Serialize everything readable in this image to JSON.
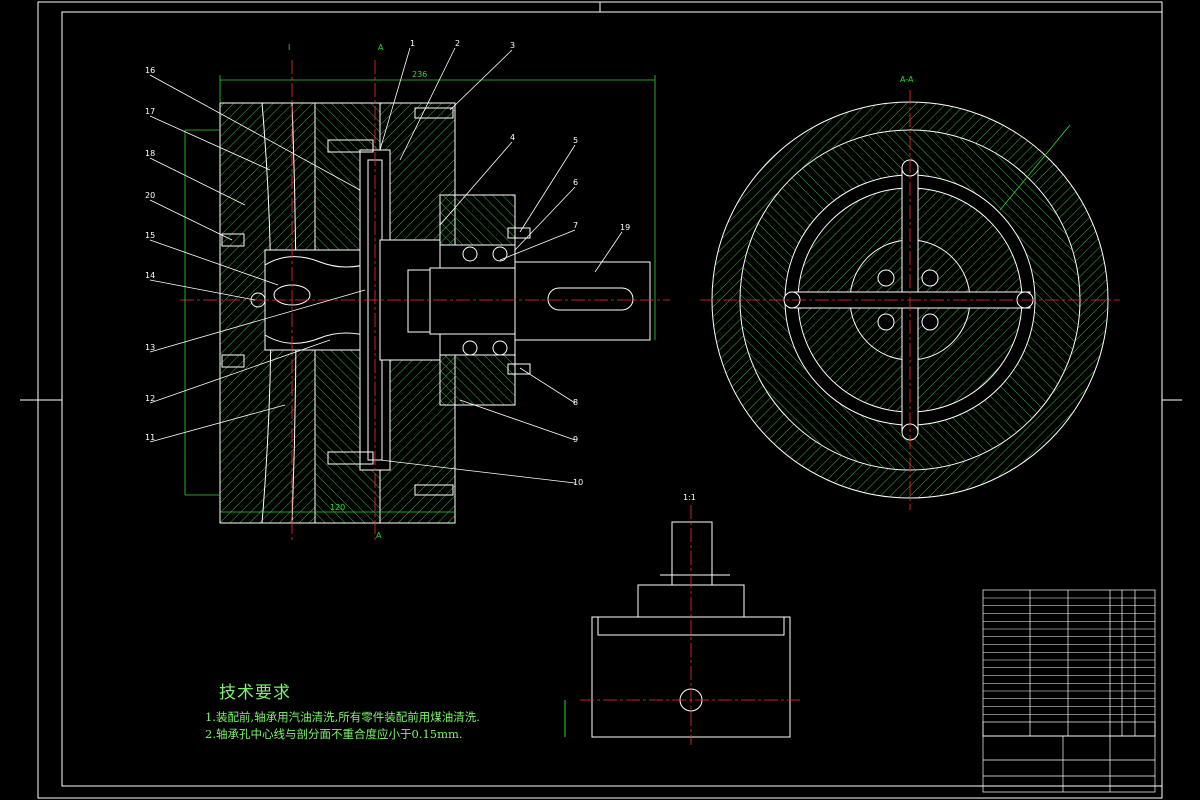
{
  "drawing": {
    "tech_requirements": {
      "title": "技术要求",
      "lines": [
        "1.装配前,轴承用汽油清洗,所有零件装配前用煤油清洗.",
        "2.轴承孔中心线与剖分面不重合度应小于0.15mm."
      ]
    },
    "part_numbers_top": [
      "1",
      "2",
      "3",
      "4",
      "5",
      "6",
      "7",
      "19"
    ],
    "part_numbers_left": [
      "16",
      "17",
      "18",
      "20",
      "15",
      "14",
      "13",
      "12",
      "11"
    ],
    "part_numbers_right_lower": [
      "8",
      "9",
      "10"
    ],
    "dimensions": {
      "overall_width": "236",
      "base_width": "120"
    },
    "section_marks": {
      "top": "A",
      "bottom": "A",
      "view": "A-A",
      "detail": "I",
      "detail_scale": "1:1"
    }
  },
  "colors": {
    "background": "#000000",
    "outline": "#ffffff",
    "hatch": "#3ec93e",
    "center_line": "#ff2a2a",
    "leader": "#ffffff",
    "dimension": "#2bd92b",
    "text": "#7cf36b"
  }
}
